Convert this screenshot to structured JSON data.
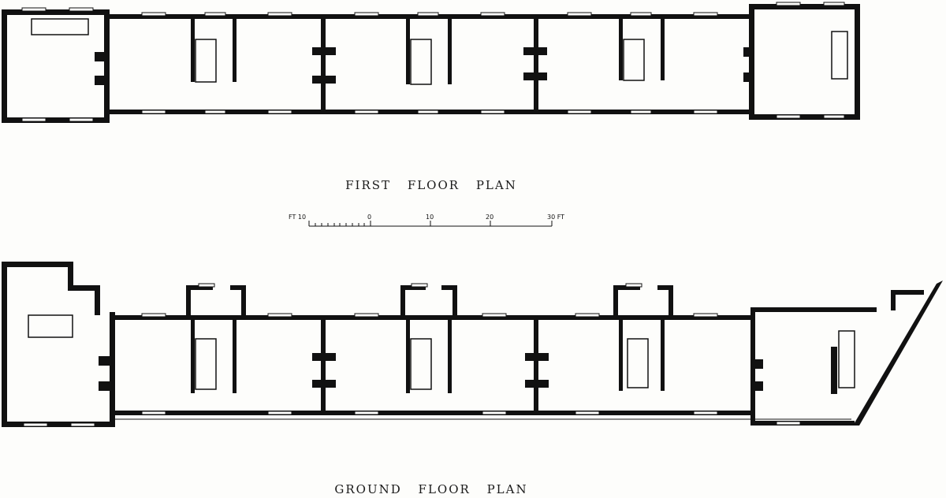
{
  "labels": {
    "first_floor": "FIRST FLOOR PLAN",
    "ground_floor": "GROUND FLOOR PLAN"
  },
  "scale": {
    "start_label": "FT 10",
    "ticks": [
      "0",
      "10",
      "20"
    ],
    "end_label": "30 FT"
  }
}
